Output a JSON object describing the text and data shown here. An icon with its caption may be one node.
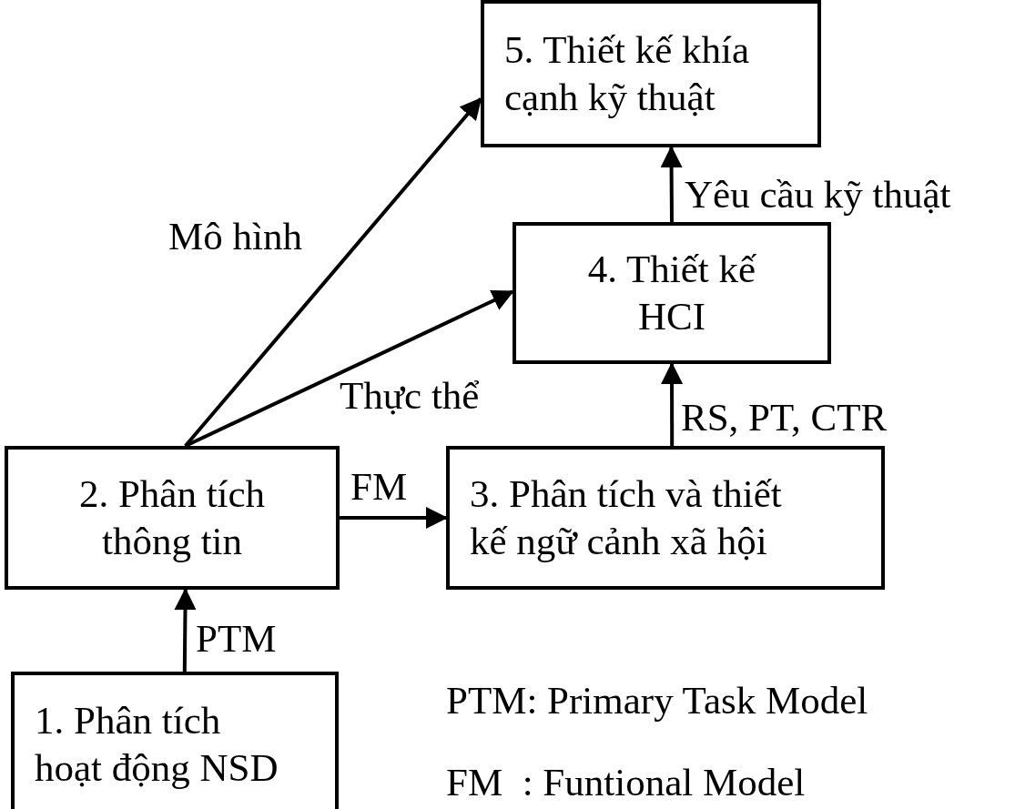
{
  "diagram": {
    "nodes": [
      {
        "text": [
          "5. Thiết kế khía cạnh kỹ thuật"
        ]
      },
      {
        "text": [
          "4. Thiết kế HCI"
        ]
      },
      {
        "text": [
          "2. Phân tích thông tin"
        ]
      },
      {
        "text": [
          "3. Phân tích và thiết kế ngữ cảnh xã hội"
        ]
      },
      {
        "text": [
          "1. Phân tích hoạt động NSD"
        ]
      }
    ],
    "edges": [
      {
        "from": 2,
        "to": 0,
        "arrow": "to",
        "label": "Mô hình"
      },
      {
        "from": 2,
        "to": 1,
        "arrow": "to",
        "label": "Thực thể"
      },
      {
        "from": 2,
        "to": 3,
        "arrow": "to",
        "label": "FM"
      },
      {
        "from": 3,
        "to": 1,
        "arrow": "to",
        "label": "RS, PT, CTR"
      },
      {
        "from": 1,
        "to": 0,
        "arrow": "to",
        "label": "Yêu cầu kỹ thuật"
      },
      {
        "from": 4,
        "to": 2,
        "arrow": "to",
        "label": "PTM"
      }
    ],
    "labels": [
      "PTM: Primary Task Model",
      "FM  : Funtional Model"
    ]
  }
}
